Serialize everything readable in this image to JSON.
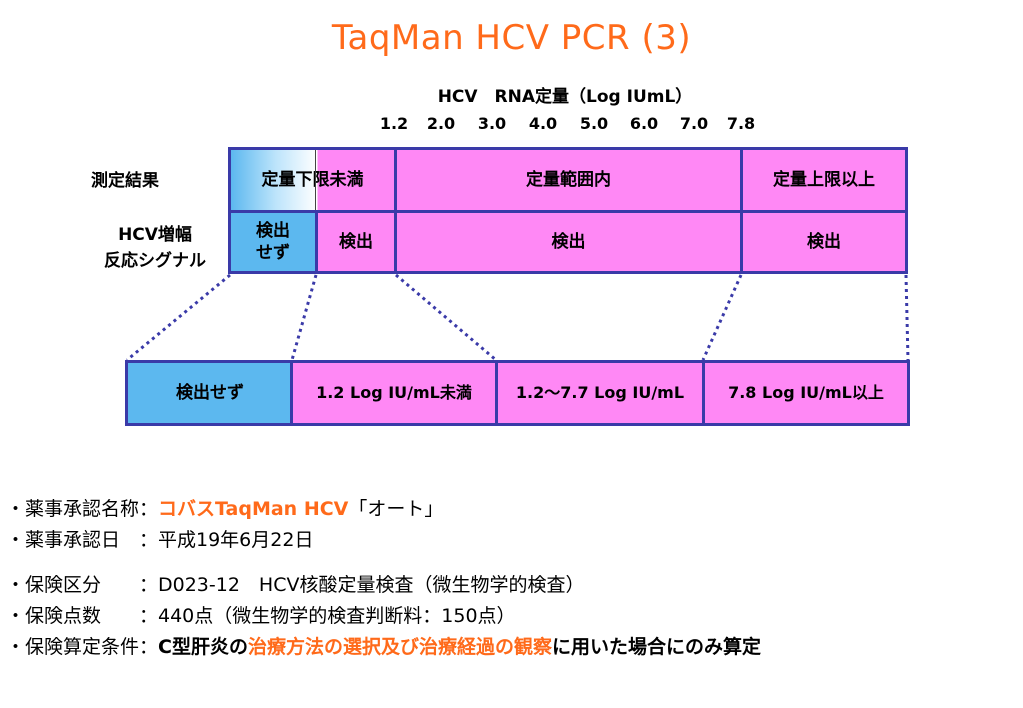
{
  "title": "TaqMan HCV PCR (3)",
  "axis": {
    "title": "HCV　RNA定量（Log IUmL）",
    "ticks": [
      "1.2",
      "2.0",
      "3.0",
      "4.0",
      "5.0",
      "6.0",
      "7.0",
      "7.8"
    ]
  },
  "row_labels": {
    "measurement": "測定結果",
    "signal_line1": "HCV増幅",
    "signal_line2": "反応シグナル"
  },
  "measurement_row": {
    "below_limit": "定量下限未満",
    "in_range": "定量範囲内",
    "above_limit": "定量上限以上"
  },
  "signal_row": {
    "not_detected_line1": "検出",
    "not_detected_line2": "せず",
    "detected_a": "検出",
    "detected_b": "検出",
    "detected_c": "検出"
  },
  "result_row": {
    "not_detected": "検出せず",
    "below": "1.2 Log IU/mL未満",
    "range": "1.2～7.7 Log IU/mL",
    "above": "7.8 Log IU/mL以上"
  },
  "info": {
    "line1_label": "・薬事承認名称：",
    "line1_value": "コバスTaqMan HCV",
    "line1_suffix": "「オート」",
    "line2": "・薬事承認日　：平成19年6月22日",
    "line3": "・保険区分　　：D023-12　HCV核酸定量検査（微生物学的検査）",
    "line4": "・保険点数　　：440点（微生物学的検査判断料：150点）",
    "line5_label": "・保険算定条件：",
    "line5_a": "C型肝炎の",
    "line5_b": "治療方法の選択及び治療経過の観察",
    "line5_c": "に用いた場合にのみ算定"
  },
  "colors": {
    "title": "#ff6a1a",
    "pink": "#ff88f5",
    "blue": "#5cb8ef",
    "border": "#3a3aa8",
    "highlight": "#ff6a1a"
  }
}
